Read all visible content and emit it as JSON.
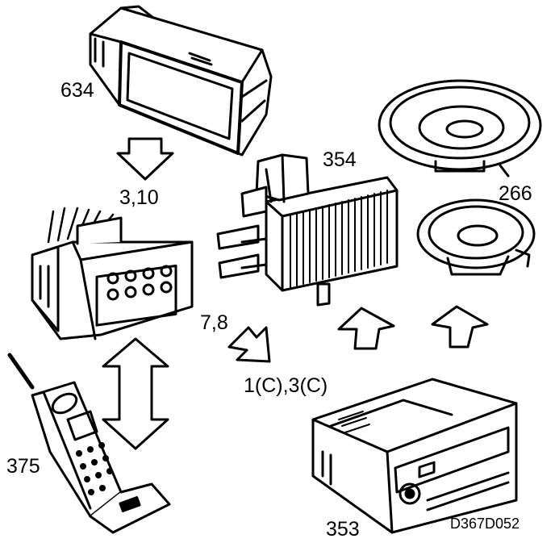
{
  "labels": {
    "display_unit": "634",
    "amplifier": "354",
    "speakers": "266",
    "connector_ref": "3,10",
    "arrow_ref": "7,8",
    "arrow_ref_2": "1(C),3(C)",
    "phone": "375",
    "radio": "353"
  },
  "figure_code": "D367D052",
  "colors": {
    "ink": "#000000",
    "paper": "#ffffff"
  }
}
